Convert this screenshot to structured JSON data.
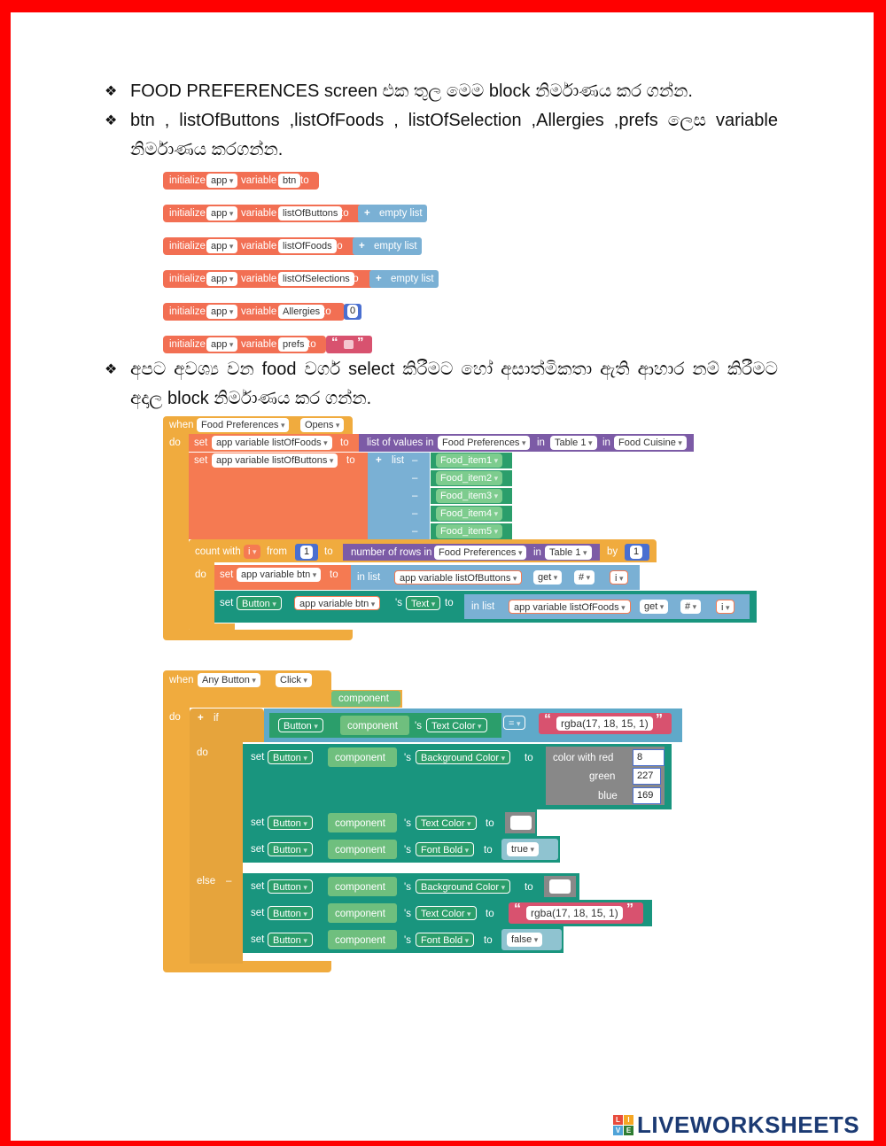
{
  "instructions": [
    {
      "bullet": "❖",
      "text": "FOOD PREFERENCES screen එක තුල මෙම block නිර්මාණය කර ගන්න."
    },
    {
      "bullet": "❖",
      "text": "btn , listOfButtons ,listOfFoods , listOfSelection ,Allergies ,prefs ලෙස variable නිර්මාණය කරගන්න."
    },
    {
      "bullet": "❖",
      "text": "අපට අවශ්‍ය වන food වර්ග select කිරීමට හෝ අසාත්මිකතා ඇති ආහාර නම් කිරීමට අදාල block නිර්මාණය කර ගන්න."
    }
  ],
  "init_blocks": {
    "initialize": "initialize",
    "scope": "app",
    "variable": "variable",
    "to": "to",
    "empty_list": "empty list",
    "plus": "+",
    "items": [
      {
        "name": "btn",
        "value_type": "none"
      },
      {
        "name": "listOfButtons",
        "value_type": "empty list"
      },
      {
        "name": "listOfFoods",
        "value_type": "empty list"
      },
      {
        "name": "listOfSelections",
        "value_type": "empty list"
      },
      {
        "name": "Allergies",
        "value_type": "number",
        "value": "0"
      },
      {
        "name": "prefs",
        "value_type": "text"
      }
    ],
    "quote_open": "“",
    "quote_close": "”"
  },
  "opens_block": {
    "when": "when",
    "screen": "Food Preferences",
    "event": "Opens",
    "do": "do",
    "set": "set",
    "to": "to",
    "var_foods": "app variable listOfFoods",
    "list_of_values_in": "list of values in",
    "in": "in",
    "table": "Table 1",
    "column": "Food Cuisine",
    "var_buttons": "app variable listOfButtons",
    "list_plus": "+",
    "list_label": "list",
    "list_minus": "–",
    "items": [
      "Food_item1",
      "Food_item2",
      "Food_item3",
      "Food_item4",
      "Food_item5"
    ],
    "count_with": "count with",
    "count_var": "i",
    "from": "from",
    "from_val": "1",
    "number_of_rows_in": "number of rows in",
    "by": "by",
    "by_val": "1",
    "var_btn": "app variable btn",
    "in_list": "in list",
    "get": "get",
    "hash": "#",
    "component": "Button",
    "text_prop": "Text",
    "apostrophe_s": "'s"
  },
  "click_block": {
    "when": "when",
    "component": "Any Button",
    "event": "Click",
    "param": "component",
    "do": "do",
    "if_plus": "+",
    "if": "if",
    "do_inner": "do",
    "else": "else",
    "else_minus": "–",
    "button": "Button",
    "apostrophe_s": "'s",
    "set": "set",
    "to": "to",
    "eq": "=",
    "text_color": "Text Color",
    "bg_color": "Background Color",
    "font_bold": "Font Bold",
    "rgba": "rgba(17, 18, 15, 1)",
    "color_with_red": "color with red",
    "green": "green",
    "blue": "blue",
    "red_val": "8",
    "green_val": "227",
    "blue_val": "169",
    "true": "true",
    "false": "false",
    "quote_open": "“",
    "quote_close": "”"
  },
  "logo": {
    "text": "LIVEWORKSHEETS",
    "tiles": [
      "L",
      "I",
      "V",
      "E"
    ],
    "tile_colors": [
      "#e84b3c",
      "#f5a623",
      "#4fa3d8",
      "#2e7d32"
    ]
  },
  "colors": {
    "frame": "#ff0000",
    "orange": "#f0ab3e",
    "salmon": "#f57a52",
    "purple": "#7c5ba6",
    "teal": "#19957e",
    "pink": "#d8526f"
  }
}
